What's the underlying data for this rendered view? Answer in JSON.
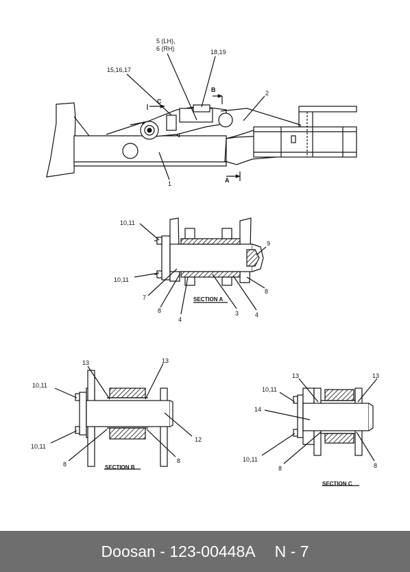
{
  "footer": {
    "brand": "Doosan",
    "part_number": "- 123-00448A",
    "page_ref": "N - 7"
  },
  "overview": {
    "label_5": "5 (LH),",
    "label_6": "6 (RH)",
    "label_18_19": "18,19",
    "label_15_16_17": "15,16,17",
    "label_c": "C",
    "label_b": "B",
    "label_a": "A",
    "label_1": "1",
    "label_2": "2"
  },
  "section_a": {
    "title": "SECTION    A",
    "label_10_11_top": "10,11",
    "label_10_11_bot": "10,11",
    "label_9": "9",
    "label_7": "7",
    "label_8_left": "8",
    "label_8_right": "8",
    "label_4_left": "4",
    "label_3": "3",
    "label_4_right": "4"
  },
  "section_b": {
    "title": "SECTION    B",
    "label_13_left": "13",
    "label_13_right": "13",
    "label_10_11_top": "10,11",
    "label_10_11_bot": "10,11",
    "label_12": "12",
    "label_8_left": "8",
    "label_8_right": "8"
  },
  "section_c": {
    "title": "SECTION    C",
    "label_13_left": "13",
    "label_13_right": "13",
    "label_10_11_top": "10,11",
    "label_14": "14",
    "label_10_11_bot": "10,11",
    "label_8_left": "8",
    "label_8_right": "8"
  }
}
